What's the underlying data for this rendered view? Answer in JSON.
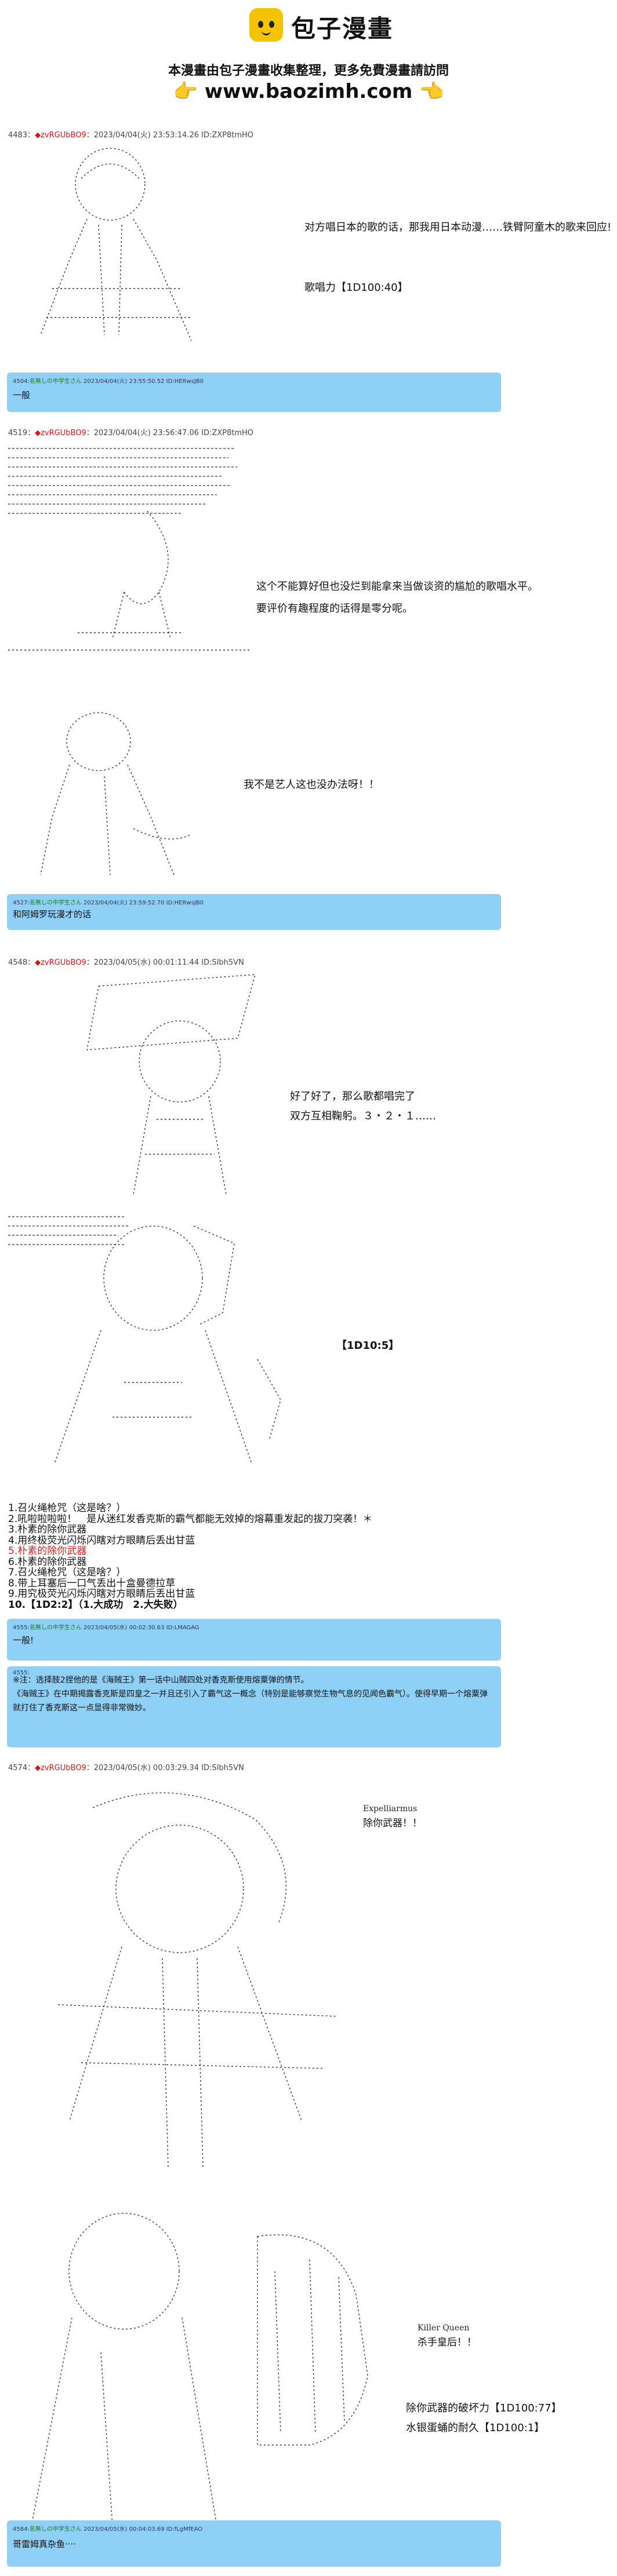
{
  "header": {
    "logo_title": "包子漫畫",
    "notice": "本漫畫由包子漫畫收集整理，更多免費漫畫請訪問",
    "url": "www.baozimh.com",
    "hand_left": "👉",
    "hand_right": "👈"
  },
  "posts": [
    {
      "head_num": "4483",
      "head_name": "◆zvRGUbBO9",
      "head_rest": "2023/04/04(火) 23:53:14.26 ID:ZXP8tmHO",
      "lines": [
        "对方唱日本的歌的话，那我用日本动漫……铁臂阿童木的歌来回应!",
        "歌唱力【1D100:40】"
      ]
    },
    {
      "head_num": "4519",
      "head_name": "◆zvRGUbBO9",
      "head_rest": "2023/04/04(火) 23:56:47.06 ID:ZXP8tmHO",
      "lines": [
        "这个不能算好但也没烂到能拿来当做谈资的尴尬的歌唱水平。",
        "要评价有趣程度的话得是零分呢。",
        "我不是艺人这也没办法呀！！"
      ]
    },
    {
      "head_num": "4548",
      "head_name": "◆zvRGUbBO9",
      "head_rest": "2023/04/05(水) 00:01:11.44 ID:SIbh5VN",
      "lines": [
        "好了好了，那么歌都唱完了",
        "双方互相鞠躬。３・２・１……",
        "【1D10:5】"
      ]
    },
    {
      "head_num": "4574",
      "head_name": "◆zvRGUbBO9",
      "head_rest": "2023/04/05(水) 00:03:29.34 ID:SIbh5VN",
      "lines": [
        "Expelliarmus",
        "除你武器！！",
        "Killer Queen",
        "杀手皇后！！",
        "除你武器的破坏力【1D100:77】",
        "水银蛋蛹的耐久【1D100:1】"
      ]
    }
  ],
  "replies": [
    {
      "meta_id": "4504:",
      "meta_rest": "2023/04/04(火) 23:55:50.52 ID:HERwsJB0",
      "text": "一般"
    },
    {
      "meta_id": "4527:",
      "meta_rest": "2023/04/04(火) 23:59:52.70 ID:HERwsJB0",
      "text": "和阿姆罗玩漫才的话"
    },
    {
      "meta_id": "4555:",
      "meta_rest": "2023/04/05(水) 00:02:30.63 ID:LMAGAG",
      "text": "一般!"
    },
    {
      "meta_id": "4584:",
      "meta_rest": "2023/04/05(水) 00:04:03.69 ID:fLgMfEAO",
      "text": "哥雷姆真杂鱼····"
    }
  ],
  "result_list": [
    "1.召火绳枪咒（这是啥？）",
    "2.吼啦啦啦啦！　是从迷红发香克斯的霸气都能无效掉的熔幕重发起的拔刀突袭！＊",
    "3.朴素的除你武器",
    "4.用终极荧光闪烁闪瞎对方眼睛后丢出甘蓝",
    "5.朴素的除你武器",
    "6.朴素的除你武器",
    "7.召火绳枪咒（这是啥？）",
    "8.带上耳塞后一口气丢出十盒曼德拉草",
    "9.用究极荧光闪烁闪瞎对方眼睛后丢出甘蓝",
    "10.【1D2:2】（1.大成功　2.大失败）"
  ],
  "note": {
    "meta": "4555:",
    "line1": "※注：选择肢2捏他的是《海贼王》第一话中山贼四处对香克斯使用熔粟弹的情节。",
    "line2": "《海贼王》在中期揭露香克斯是四皇之一并且还引入了霸气这一概念（特别是能够察觉生物气息的见闻色霸气）。使得早期一个熔粟弹就打住了香克斯这一点显得非常微妙。"
  },
  "colors": {
    "reply_bg": "#8fd0f7",
    "logo": "#f5c400",
    "highlight": "#e02020"
  }
}
